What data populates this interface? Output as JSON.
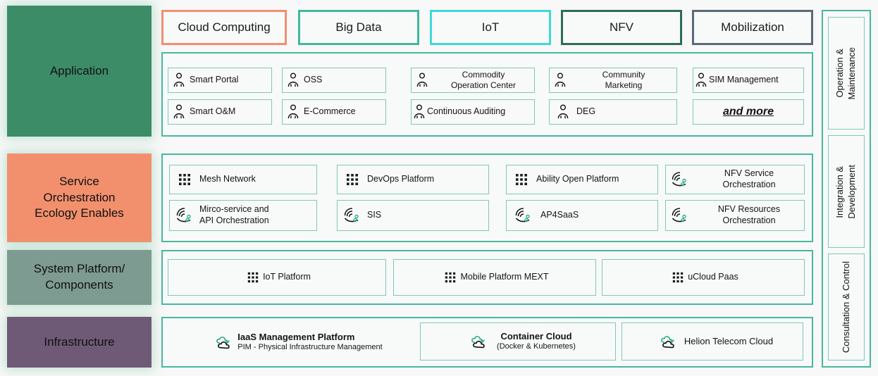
{
  "theme": {
    "accent_teal": "#45b9a0",
    "tile_border": "#7fc9b7",
    "panel_bg": "#f8f9f9",
    "page_bg": "#f7f8f7"
  },
  "badges": [
    {
      "label": "Cloud Computing",
      "border_color": "#f09070",
      "icon": "badge-cloud-computing"
    },
    {
      "label": "Big Data",
      "border_color": "#3fb99c",
      "icon": "badge-big-data"
    },
    {
      "label": "IoT",
      "border_color": "#3fd8d8",
      "icon": "badge-iot"
    },
    {
      "label": "NFV",
      "border_color": "#2d6b5a",
      "icon": "badge-nfv"
    },
    {
      "label": "Mobilization",
      "border_color": "#5a6a78",
      "icon": "badge-mobilization"
    }
  ],
  "layers": [
    {
      "key": "application",
      "label": "Application",
      "color": "#3d8c68",
      "text_color": "#111111"
    },
    {
      "key": "service-orchestration",
      "label": "Service\nOrchestration\nEcology Enables",
      "label_lines": [
        "Service",
        "Orchestration",
        "Ecology Enables"
      ],
      "color": "#f2906e",
      "text_color": "#111111"
    },
    {
      "key": "system-platform",
      "label": "System Platform/\nComponents",
      "label_lines": [
        "System Platform/",
        "Components"
      ],
      "color": "#7d9b91",
      "text_color": "#111111"
    },
    {
      "key": "infrastructure",
      "label": "Infrastructure",
      "label_lines": [
        "Infrastructure"
      ],
      "color": "#6e5a77",
      "text_color": "#111111"
    }
  ],
  "application_items": [
    {
      "label": "Smart Portal",
      "icon": "person-icon",
      "align": "left"
    },
    {
      "label": "OSS",
      "icon": "person-icon",
      "align": "left"
    },
    {
      "label": "Commodity\nOperation Center",
      "icon": "person-icon",
      "align": "center"
    },
    {
      "label": "Community\nMarketing",
      "icon": "person-icon",
      "align": "center"
    },
    {
      "label": "SIM Management",
      "icon": "person-icon",
      "align": "center"
    },
    {
      "label": "Smart O&M",
      "icon": "person-icon",
      "align": "left"
    },
    {
      "label": "E-Commerce",
      "icon": "person-icon",
      "align": "left"
    },
    {
      "label": "Continuous Auditing",
      "icon": "person-icon",
      "align": "center"
    },
    {
      "label": "DEG",
      "icon": "person-icon",
      "align": "left"
    },
    {
      "label": "and more",
      "icon": "none",
      "align": "center",
      "style": "italic-underline"
    }
  ],
  "service_items": [
    {
      "label": "Mesh Network",
      "icon": "grid-dots-icon",
      "align": "left"
    },
    {
      "label": "DevOps Platform",
      "icon": "grid-dots-icon",
      "align": "left"
    },
    {
      "label": "Ability Open Platform",
      "icon": "grid-dots-icon",
      "align": "left"
    },
    {
      "label": "NFV Service\nOrchestration",
      "icon": "orchestration-icon",
      "align": "center"
    },
    {
      "label": "Mirco-service and\nAPI Orchestration",
      "icon": "orchestration-icon",
      "align": "left"
    },
    {
      "label": "SIS",
      "icon": "orchestration-icon",
      "align": "left"
    },
    {
      "label": "AP4SaaS",
      "icon": "orchestration-icon",
      "align": "left"
    },
    {
      "label": "NFV Resources\nOrchestration",
      "icon": "orchestration-icon",
      "align": "center"
    }
  ],
  "system_items": [
    {
      "label": "IoT Platform",
      "icon": "grid-dots-icon"
    },
    {
      "label": "Mobile Platform MEXT",
      "icon": "grid-dots-icon"
    },
    {
      "label": "uCloud Paas",
      "icon": "grid-dots-icon"
    }
  ],
  "infrastructure_items": [
    {
      "title": "IaaS Management Platform",
      "subtitle": "PIM - Physical Infrastructure Management",
      "icon": "cloud-refresh-icon",
      "bordered": false
    },
    {
      "title": "Container Cloud",
      "subtitle": "(Docker & Kubernetes)",
      "icon": "cloud-refresh-icon",
      "bordered": true
    },
    {
      "title": "Helion Telecom Cloud",
      "subtitle": "",
      "icon": "cloud-refresh-icon",
      "bordered": true
    }
  ],
  "rail_items": [
    {
      "label": "Operation &\nMaintenance",
      "name": "rail-operation-maintenance"
    },
    {
      "label": "Integration &\nDevelopment",
      "name": "rail-integration-development"
    },
    {
      "label": "Consultation & Control",
      "name": "rail-consultation-control"
    }
  ]
}
